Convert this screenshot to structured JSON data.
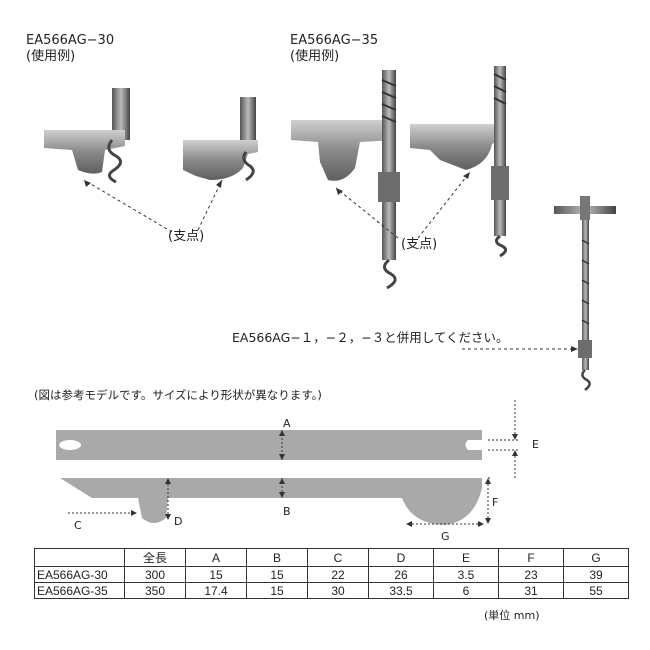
{
  "top_left": {
    "model": "EA566AG−30",
    "usage": "(使用例)"
  },
  "top_mid": {
    "model": "EA566AG−35",
    "usage": "(使用例)"
  },
  "fulcrum_label": "(支点)",
  "combo_note": "EA566AG−１，−２，−３と併用してください。",
  "diagram_note": "(図は参考モデルです。サイズにより形状が異なります。)",
  "dim_labels": {
    "a": "A",
    "b": "B",
    "c": "C",
    "d": "D",
    "e": "E",
    "f": "F",
    "g": "G"
  },
  "table": {
    "headers": [
      "",
      "全長",
      "A",
      "B",
      "C",
      "D",
      "E",
      "F",
      "G"
    ],
    "rows": [
      [
        "EA566AG-30",
        "300",
        "15",
        "15",
        "22",
        "26",
        "3.5",
        "23",
        "39"
      ],
      [
        "EA566AG-35",
        "350",
        "17.4",
        "15",
        "30",
        "33.5",
        "6",
        "31",
        "55"
      ]
    ]
  },
  "unit_note": "(単位 mm)",
  "colors": {
    "diagram_fill": "#a9a9a9",
    "metal": "#8e8e8e",
    "line": "#333333"
  }
}
